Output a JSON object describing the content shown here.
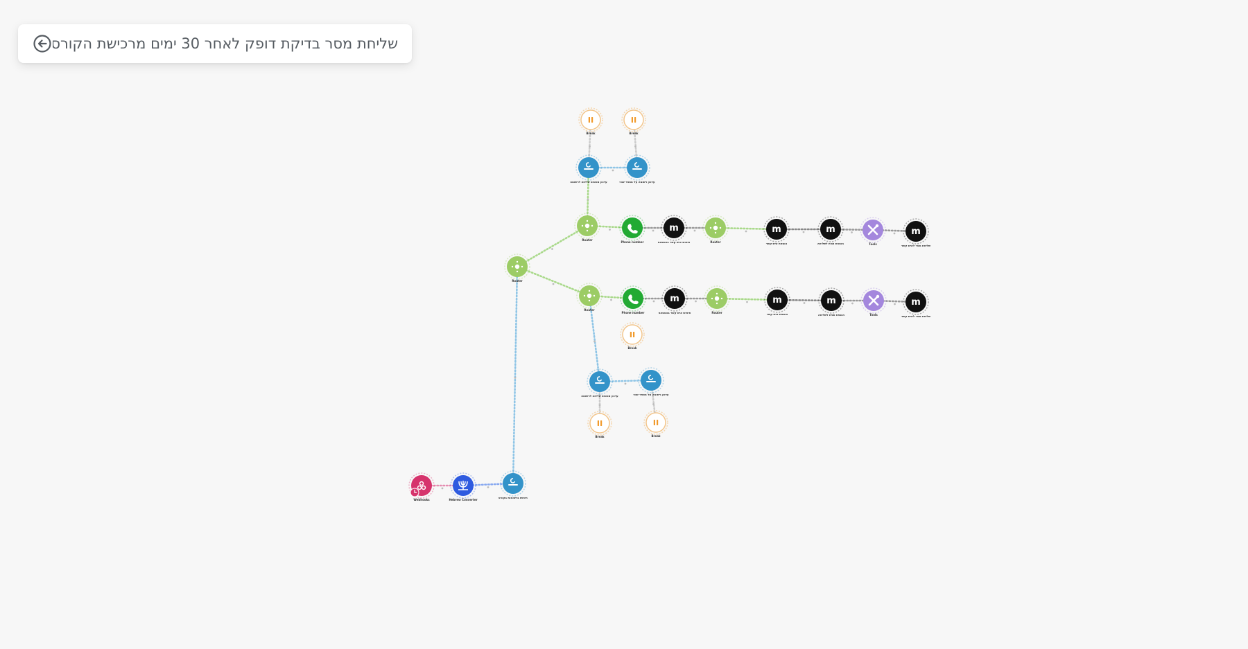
{
  "scenario": {
    "title": "שליחת מסר בדיקת דופק לאחר 30 ימים מרכישת הקורס",
    "back_icon": "arrow-left-circle-icon"
  },
  "colors": {
    "background": "#f7f7f7",
    "router": "#9ccc65",
    "webhook": "#d6336c",
    "converter": "#2f5be0",
    "datastore": "#3393c9",
    "phone": "#22aa33",
    "manychat": "#111111",
    "tools": "#a487dd",
    "sleep": "#f19a2b"
  },
  "nodes": [
    {
      "id": "webhooks",
      "kind": "webhook",
      "icon": "webhooks-icon",
      "label": "Webhooks",
      "sub": ""
    },
    {
      "id": "hebrew-converter",
      "kind": "converter",
      "icon": "menorah-icon",
      "label": "Hebrew Converter",
      "sub": ""
    },
    {
      "id": "datastore-main",
      "kind": "datastore",
      "icon": "datastore-icon",
      "label": "חיפוש ברשומות בקורס",
      "sub": ""
    },
    {
      "id": "router-main",
      "kind": "router",
      "icon": "router-icon",
      "label": "Router",
      "sub": ""
    },
    {
      "id": "router-top",
      "kind": "router",
      "icon": "router-icon",
      "label": "Router",
      "sub": ""
    },
    {
      "id": "datastore-top-1",
      "kind": "datastore",
      "icon": "datastore-icon",
      "label": "עדכון סטטוס שליחה לרשומה",
      "sub": ""
    },
    {
      "id": "datastore-top-2",
      "kind": "datastore",
      "icon": "datastore-icon",
      "label": "עדכון רשומה על מספר שגוי",
      "sub": ""
    },
    {
      "id": "sleep-top-1",
      "kind": "sleep",
      "icon": "pause-icon",
      "label": "Break",
      "sub": ""
    },
    {
      "id": "sleep-top-2",
      "kind": "sleep",
      "icon": "pause-icon",
      "label": "Break",
      "sub": ""
    },
    {
      "id": "phone-top",
      "kind": "phone",
      "icon": "phone-icon",
      "label": "Phone number",
      "sub": ""
    },
    {
      "id": "mc-top-1",
      "kind": "manychat",
      "icon": "manychat-icon",
      "label": "חיפוש איש קשר בווטסאפ",
      "sub": ""
    },
    {
      "id": "router-top-2",
      "kind": "router",
      "icon": "router-icon",
      "label": "Router",
      "sub": ""
    },
    {
      "id": "mc-top-2",
      "kind": "manychat",
      "icon": "manychat-icon",
      "label": "הוספת איש קשר",
      "sub": ""
    },
    {
      "id": "mc-top-3",
      "kind": "manychat",
      "icon": "manychat-icon",
      "label": "הוספת תגית לשליחה",
      "sub": ""
    },
    {
      "id": "tools-top",
      "kind": "tools",
      "icon": "tools-icon",
      "label": "Tools",
      "sub": ""
    },
    {
      "id": "mc-top-4",
      "kind": "manychat",
      "icon": "manychat-icon",
      "label": "שליחת מסר לאיש קשר",
      "sub": ""
    },
    {
      "id": "router-bottom",
      "kind": "router",
      "icon": "router-icon",
      "label": "Router",
      "sub": ""
    },
    {
      "id": "phone-bottom",
      "kind": "phone",
      "icon": "phone-icon",
      "label": "Phone number",
      "sub": ""
    },
    {
      "id": "sleep-mid",
      "kind": "sleep",
      "icon": "pause-icon",
      "label": "Break",
      "sub": ""
    },
    {
      "id": "mc-bottom-1",
      "kind": "manychat",
      "icon": "manychat-icon",
      "label": "חיפוש איש קשר בווטסאפ",
      "sub": ""
    },
    {
      "id": "router-bottom-2",
      "kind": "router",
      "icon": "router-icon",
      "label": "Router",
      "sub": ""
    },
    {
      "id": "mc-bottom-2",
      "kind": "manychat",
      "icon": "manychat-icon",
      "label": "הוספת איש קשר",
      "sub": ""
    },
    {
      "id": "mc-bottom-3",
      "kind": "manychat",
      "icon": "manychat-icon",
      "label": "הוספת תגית לשליחה",
      "sub": ""
    },
    {
      "id": "tools-bottom",
      "kind": "tools",
      "icon": "tools-icon",
      "label": "Tools",
      "sub": ""
    },
    {
      "id": "mc-bottom-4",
      "kind": "manychat",
      "icon": "manychat-icon",
      "label": "שליחת מסר לאיש קשר",
      "sub": ""
    },
    {
      "id": "datastore-bottom-1",
      "kind": "datastore",
      "icon": "datastore-icon",
      "label": "עדכון סטטוס שליחה לרשומה",
      "sub": ""
    },
    {
      "id": "datastore-bottom-2",
      "kind": "datastore",
      "icon": "datastore-icon",
      "label": "עדכון רשומה על מספר שגוי",
      "sub": ""
    },
    {
      "id": "sleep-bottom-1",
      "kind": "sleep",
      "icon": "pause-icon",
      "label": "Break",
      "sub": ""
    },
    {
      "id": "sleep-bottom-2",
      "kind": "sleep",
      "icon": "pause-icon",
      "label": "Break",
      "sub": ""
    }
  ]
}
